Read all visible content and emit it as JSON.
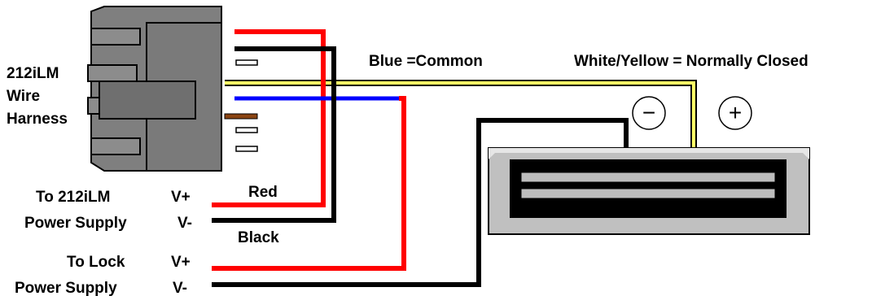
{
  "harness": {
    "line1": "212iLM",
    "line2": "Wire",
    "line3": "Harness"
  },
  "labels": {
    "blue": "Blue =Common",
    "white_yellow": "White/Yellow = Normally Closed",
    "red": "Red",
    "black": "Black",
    "minus": "−",
    "plus": "+"
  },
  "power_212": {
    "line1": "To 212iLM",
    "line2": "Power Supply",
    "vplus": "V+",
    "vminus": "V-"
  },
  "power_lock": {
    "line1": "To Lock",
    "line2": "Power Supply",
    "vplus": "V+",
    "vminus": "V-"
  },
  "colors": {
    "red": "#ff0000",
    "black": "#000000",
    "blue": "#0000ff",
    "yellow": "#ffff66",
    "brown": "#8b4513",
    "harness_gray": "#7f7f7f",
    "lock_gray": "#c0c0c0"
  }
}
